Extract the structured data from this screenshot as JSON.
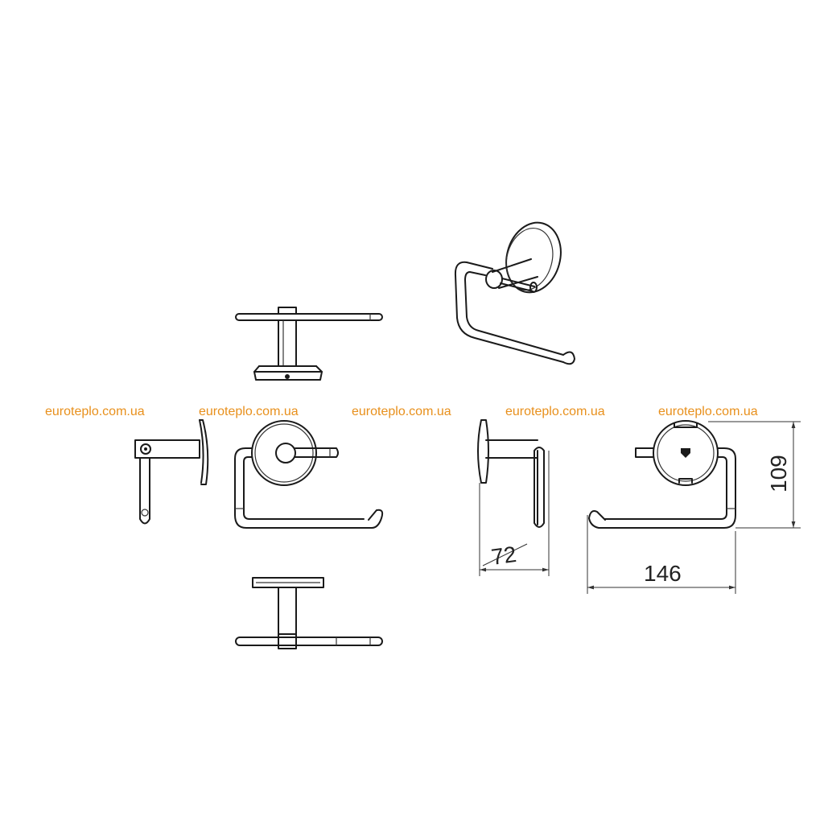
{
  "watermark": {
    "text": "euroteplo.com.ua",
    "color": "#e8901c",
    "count": 5
  },
  "dimensions": {
    "depth": "72",
    "width": "146",
    "height": "109"
  },
  "colors": {
    "line": "#1a1a1a",
    "background": "#ffffff"
  }
}
